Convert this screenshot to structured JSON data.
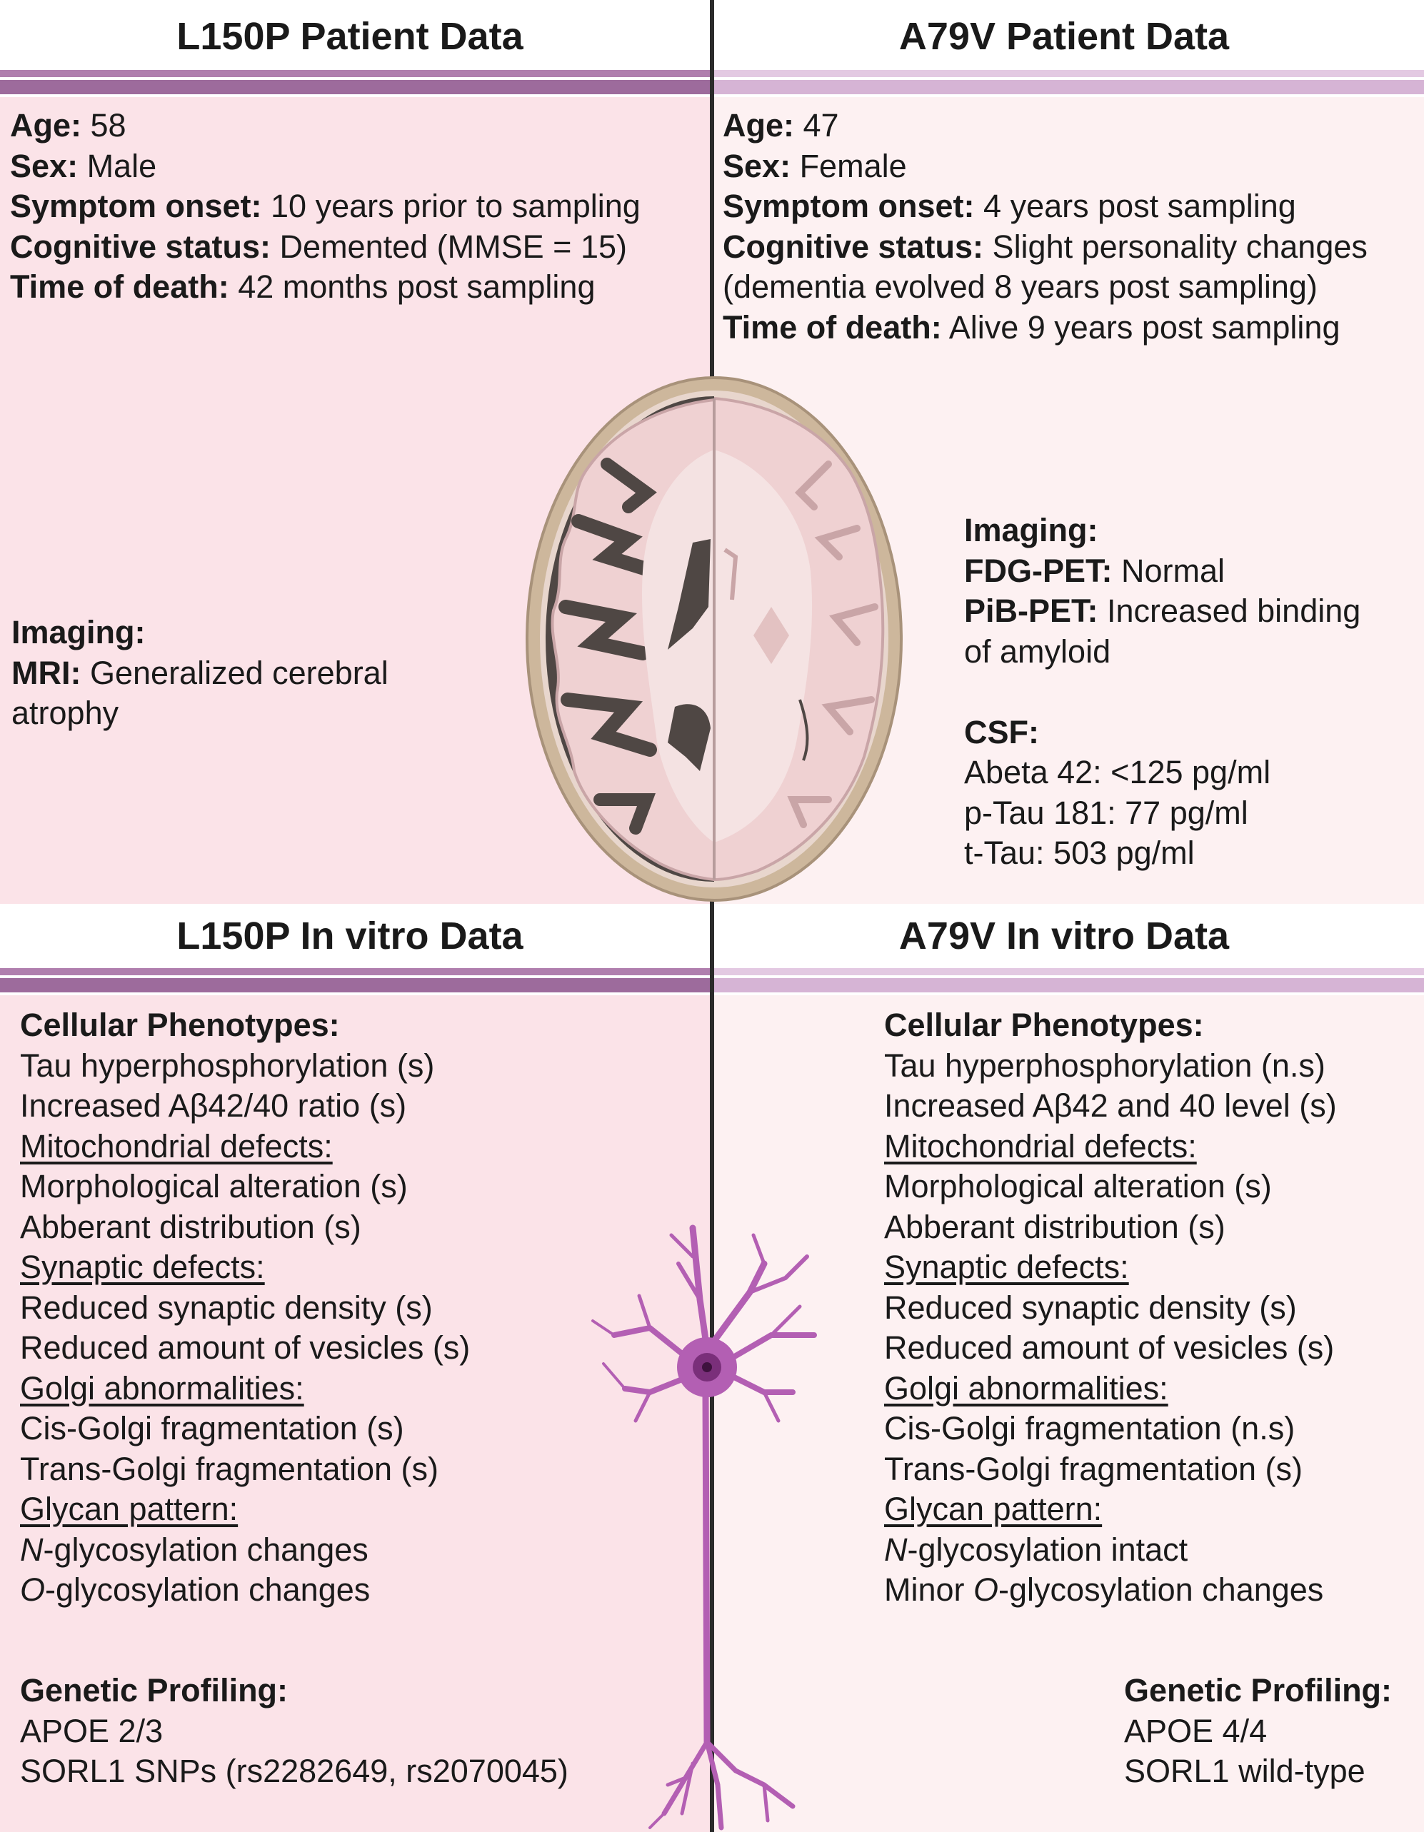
{
  "patient": {
    "left": {
      "title": "L150P Patient Data",
      "age_label": "Age:",
      "age": " 58",
      "sex_label": "Sex:",
      "sex": " Male",
      "onset_label": "Symptom onset:",
      "onset": " 10 years prior to sampling",
      "cog_label": "Cognitive status:",
      "cog": " Demented (MMSE = 15)",
      "death_label": "Time of death:",
      "death": " 42 months post sampling",
      "imaging_label": "Imaging:",
      "mri_label": "MRI:",
      "mri_1": " Generalized cerebral",
      "mri_2": "atrophy"
    },
    "right": {
      "title": "A79V Patient Data",
      "age_label": "Age:",
      "age": " 47",
      "sex_label": "Sex:",
      "sex": " Female",
      "onset_label": "Symptom onset:",
      "onset": " 4 years post sampling",
      "cog_label": "Cognitive status:",
      "cog": " Slight personality changes",
      "cog_2": "(dementia evolved 8 years post sampling)",
      "death_label": "Time of death:",
      "death": " Alive 9 years post sampling",
      "imaging_label": "Imaging:",
      "fdg_label": "FDG-PET:",
      "fdg": " Normal",
      "pib_label": "PiB-PET:",
      "pib_1": " Increased binding",
      "pib_2": "of amyloid",
      "csf_label": "CSF:",
      "csf_1": "Abeta 42: <125 pg/ml",
      "csf_2": "p-Tau 181: 77 pg/ml",
      "csf_3": "t-Tau: 503 pg/ml"
    }
  },
  "invitro": {
    "left": {
      "title": "L150P In vitro Data",
      "cellular_label": "Cellular Phenotypes:",
      "l1": "Tau hyperphosphorylation (s)",
      "l2": "Increased Aβ42/40 ratio (s)",
      "mito_label": "Mitochondrial defects:",
      "l3": "Morphological alteration (s)",
      "l4": "Abberant distribution (s)",
      "syn_label": "Synaptic defects:",
      "l5": "Reduced synaptic density (s)",
      "l6": "Reduced amount of vesicles (s)",
      "golgi_label": "Golgi abnormalities:",
      "l7": "Cis-Golgi fragmentation (s)",
      "l8": "Trans-Golgi fragmentation (s)",
      "glycan_label": "Glycan pattern:",
      "n_prefix": "N",
      "n_rest": "-glycosylation changes",
      "o_pre": "",
      "o_prefix": "O",
      "o_rest": "-glycosylation changes",
      "genetic_label": "Genetic Profiling:",
      "g1": "APOE 2/3",
      "g2": "SORL1 SNPs (rs2282649, rs2070045)"
    },
    "right": {
      "title": "A79V In vitro Data",
      "cellular_label": "Cellular Phenotypes:",
      "l1": "Tau hyperphosphorylation (n.s)",
      "l2": "Increased Aβ42 and 40 level (s)",
      "mito_label": "Mitochondrial defects:",
      "l3": "Morphological alteration (s)",
      "l4": "Abberant distribution (s)",
      "syn_label": "Synaptic defects:",
      "l5": "Reduced synaptic density (s)",
      "l6": "Reduced amount of vesicles (s)",
      "golgi_label": "Golgi abnormalities:",
      "l7": "Cis-Golgi fragmentation (n.s)",
      "l8": "Trans-Golgi fragmentation (s)",
      "glycan_label": "Glycan pattern:",
      "n_prefix": "N",
      "n_rest": "-glycosylation intact",
      "o_pre": "Minor ",
      "o_prefix": "O",
      "o_rest": "-glycosylation changes",
      "genetic_label": "Genetic Profiling:",
      "g1": "APOE 4/4",
      "g2": "SORL1 wild-type"
    }
  },
  "colors": {
    "left_panel": "#fbe3e8",
    "right_panel": "#fdf1f2",
    "neuron": "#b35fb3",
    "brain_grey": "#4f4744",
    "brain_tissue": "#f1d3d3"
  },
  "icons": {
    "brain": "brain-axial-section-icon",
    "neuron": "neuron-icon"
  }
}
